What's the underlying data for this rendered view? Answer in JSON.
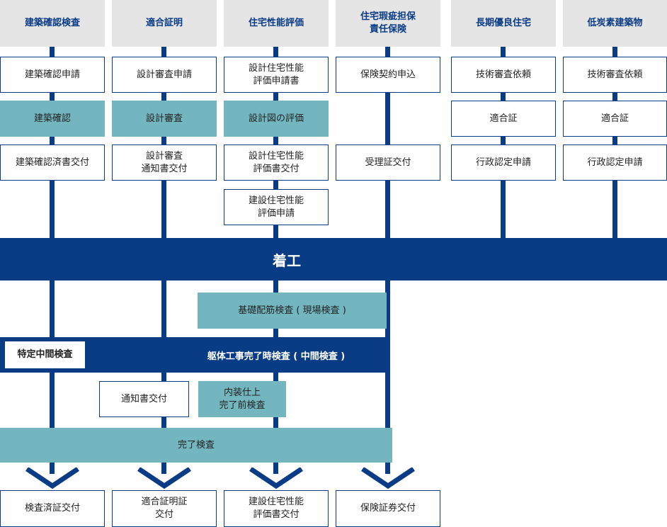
{
  "columns": [
    {
      "header": "建築確認検査",
      "steps": [
        "建築確認申請",
        "建築確認",
        "建築確認済書交付"
      ]
    },
    {
      "header": "適合証明",
      "steps": [
        "設計審査申請",
        "設計審査",
        "設計審査\n通知書交付"
      ]
    },
    {
      "header": "住宅性能評価",
      "steps": [
        "設計住宅性能\n評価申請書",
        "設計図の評価",
        "設計住宅性能\n評価書交付",
        "建設住宅性能\n評価申請"
      ]
    },
    {
      "header": "住宅瑕疵担保\n責任保険",
      "steps": [
        "保険契約申込",
        "受理証交付"
      ]
    },
    {
      "header": "長期優良住宅",
      "steps": [
        "技術審査依頼",
        "適合証",
        "行政認定申請"
      ]
    },
    {
      "header": "低炭素建築物",
      "steps": [
        "技術審査依頼",
        "適合証",
        "行政認定申請"
      ]
    }
  ],
  "start": "着工",
  "inspections": {
    "foundation": "基礎配筋検査 ( 現場検査 )",
    "intermediate_label": "特定中間検査",
    "intermediate": "躯体工事完了時検査 ( 中間検査 )",
    "notice": "通知書交付",
    "interior": "内装仕上\n完了前検査",
    "completion": "完了検査"
  },
  "outputs": [
    "検査済証交付",
    "適合証明証\n交付",
    "建設住宅性能\n評価書交付",
    "保険証券交付"
  ],
  "colors": {
    "navy": "#0a3c85",
    "teal": "#73b6c0",
    "header_bg": "#e5e5e5"
  }
}
